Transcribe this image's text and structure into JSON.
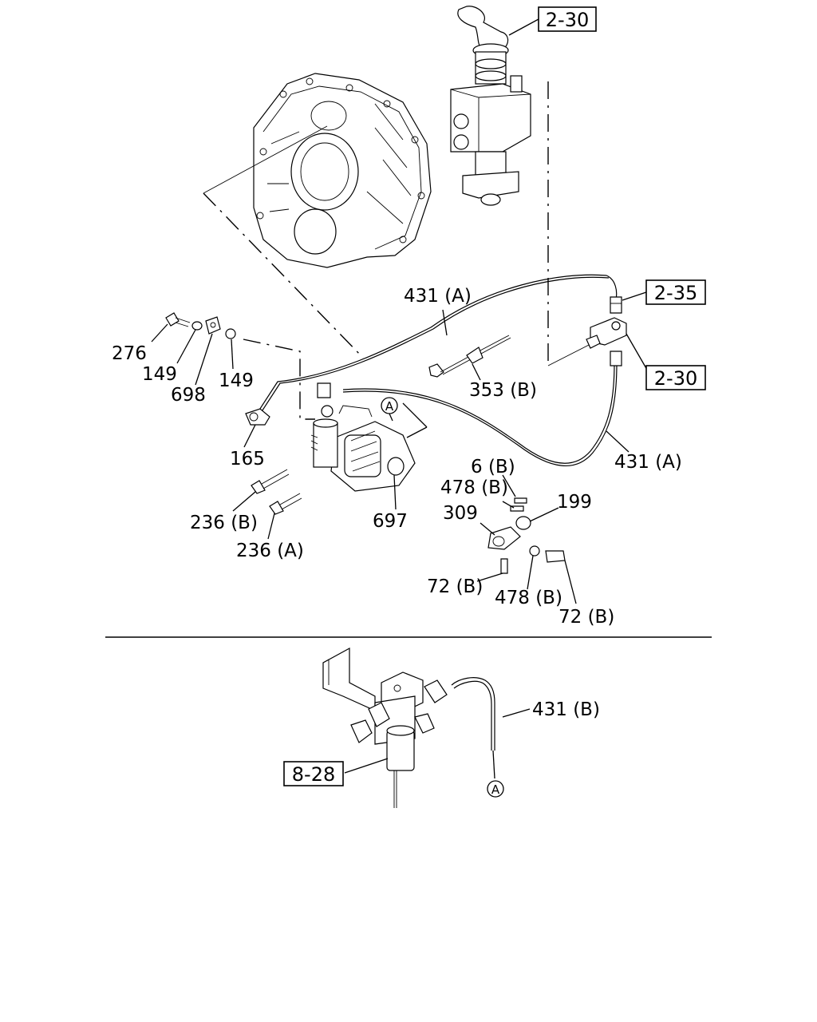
{
  "refs": {
    "top_valve": "2-30",
    "connector_2_35": "2-35",
    "connector_2_30": "2-30",
    "lower_unit": "8-28"
  },
  "labels": {
    "p431a_top": "431 (A)",
    "p276": "276",
    "p149_left": "149",
    "p698": "698",
    "p149_right": "149",
    "p353b": "353 (B)",
    "p165": "165",
    "p236b": "236 (B)",
    "p236a": "236 (A)",
    "p697": "697",
    "p431a_right": "431 (A)",
    "p6b": "6 (B)",
    "p478b_top": "478 (B)",
    "p199": "199",
    "p309": "309",
    "p72b_left": "72 (B)",
    "p478b_bottom": "478 (B)",
    "p72b_right": "72 (B)",
    "p431b": "431 (B)"
  },
  "markers": {
    "a_upper": "A",
    "a_lower": "A"
  }
}
